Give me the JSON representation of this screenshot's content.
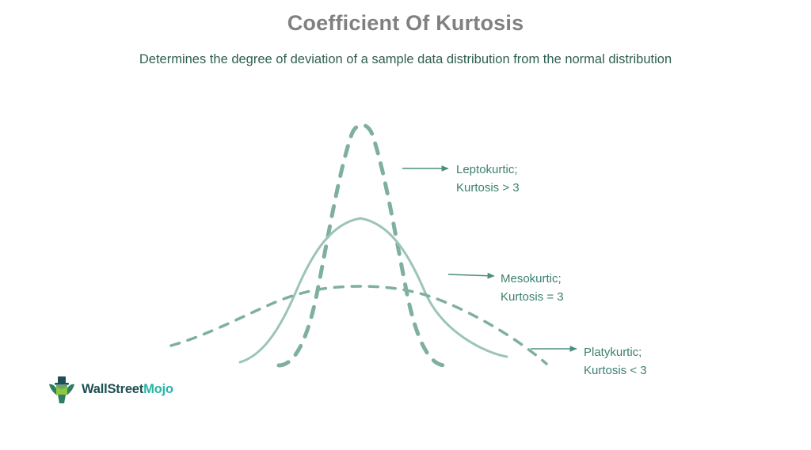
{
  "header": {
    "title": "Coefficient Of Kurtosis",
    "subtitle": "Determines the degree of deviation of a sample data distribution from the normal distribution"
  },
  "colors": {
    "title": "#808080",
    "subtitle": "#2f5f52",
    "label_text": "#3c8070",
    "dashed_curve": "#7faf9f",
    "solid_curve": "#9cc4b8",
    "arrow": "#4b8e7d",
    "background": "#ffffff",
    "logo_dark": "#1e4f52",
    "logo_accent": "#2ab3a6"
  },
  "annotations": [
    {
      "name": "leptokurtic",
      "line1": "Leptokurtic;",
      "line2": "Kurtosis > 3"
    },
    {
      "name": "mesokurtic",
      "line1": "Mesokurtic;",
      "line2": "Kurtosis = 3"
    },
    {
      "name": "platykurtic",
      "line1": "Platykurtic;",
      "line2": "Kurtosis < 3"
    }
  ],
  "logo": {
    "name": "wallstreetmojo-logo",
    "text_primary": "WallStreet",
    "text_accent": "Mojo"
  },
  "chart_data": {
    "type": "line",
    "title": "Coefficient Of Kurtosis",
    "subtitle": "Determines the degree of deviation of a sample data distribution from the normal distribution",
    "xlabel": "",
    "ylabel": "",
    "grid": false,
    "legend_position": "inline-annotations",
    "axis_visible": false,
    "xlim": [
      -4,
      4
    ],
    "ylim": [
      0,
      1
    ],
    "series": [
      {
        "name": "Leptokurtic; Kurtosis > 3",
        "style": "dashed",
        "color": "#7faf9f",
        "kurtosis": "> 3",
        "peak_y": 1.0,
        "sigma": 0.55,
        "x": [
          -1.6,
          -1.4,
          -1.2,
          -1.0,
          -0.8,
          -0.6,
          -0.4,
          -0.2,
          0.0,
          0.2,
          0.4,
          0.6,
          0.8,
          1.0,
          1.2,
          1.4,
          1.6
        ],
        "y": [
          0.01,
          0.03,
          0.07,
          0.16,
          0.32,
          0.54,
          0.77,
          0.95,
          1.0,
          0.95,
          0.77,
          0.54,
          0.32,
          0.16,
          0.07,
          0.03,
          0.01
        ]
      },
      {
        "name": "Mesokurtic; Kurtosis = 3",
        "style": "solid",
        "color": "#9cc4b8",
        "kurtosis": "= 3",
        "peak_y": 0.66,
        "sigma": 1.1,
        "x": [
          -2.6,
          -2.2,
          -1.8,
          -1.4,
          -1.0,
          -0.6,
          -0.2,
          0.0,
          0.2,
          0.6,
          1.0,
          1.4,
          1.8,
          2.2,
          2.6
        ],
        "y": [
          0.02,
          0.07,
          0.14,
          0.25,
          0.4,
          0.55,
          0.65,
          0.66,
          0.65,
          0.55,
          0.4,
          0.25,
          0.14,
          0.07,
          0.02
        ]
      },
      {
        "name": "Platykurtic; Kurtosis < 3",
        "style": "dashed",
        "color": "#7faf9f",
        "kurtosis": "< 3",
        "peak_y": 0.32,
        "sigma": 2.1,
        "x": [
          -4.0,
          -3.4,
          -2.8,
          -2.2,
          -1.6,
          -1.0,
          -0.4,
          0.0,
          0.4,
          1.0,
          1.6,
          2.2,
          2.8,
          3.4,
          4.0
        ],
        "y": [
          0.04,
          0.09,
          0.14,
          0.2,
          0.25,
          0.29,
          0.315,
          0.32,
          0.315,
          0.29,
          0.25,
          0.2,
          0.14,
          0.09,
          0.04
        ]
      }
    ]
  }
}
